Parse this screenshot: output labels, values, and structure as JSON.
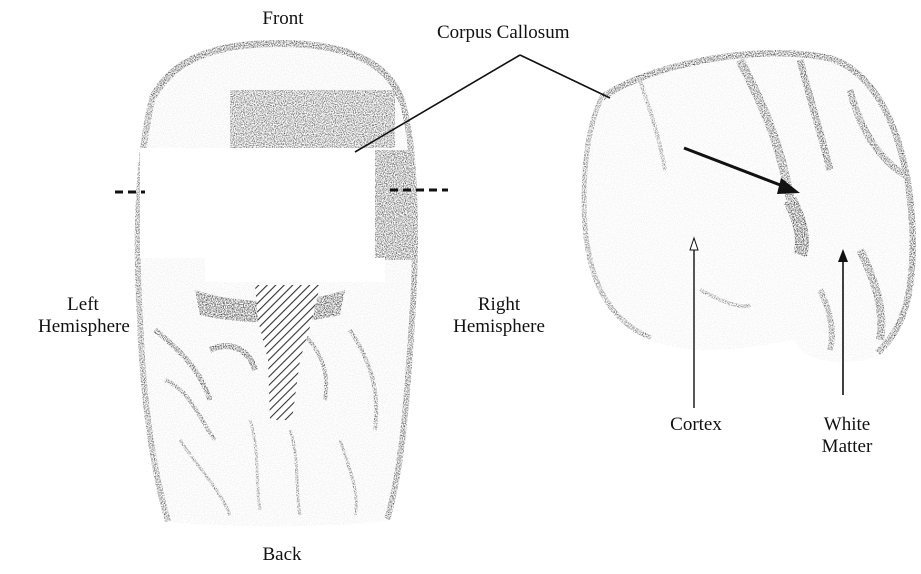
{
  "labels": {
    "front": "Front",
    "back": "Back",
    "corpus_callosum": "Corpus Callosum",
    "left_hemisphere": [
      "Left",
      "Hemisphere"
    ],
    "right_hemisphere": [
      "Right",
      "Hemisphere"
    ],
    "cortex": "Cortex",
    "white_matter": [
      "White",
      "Matter"
    ]
  },
  "colors": {
    "ink": "#111111",
    "tissue_dark": "#1a1a1a",
    "tissue_mid": "#6b6b6b",
    "tissue_light": "#bdbdbd"
  }
}
